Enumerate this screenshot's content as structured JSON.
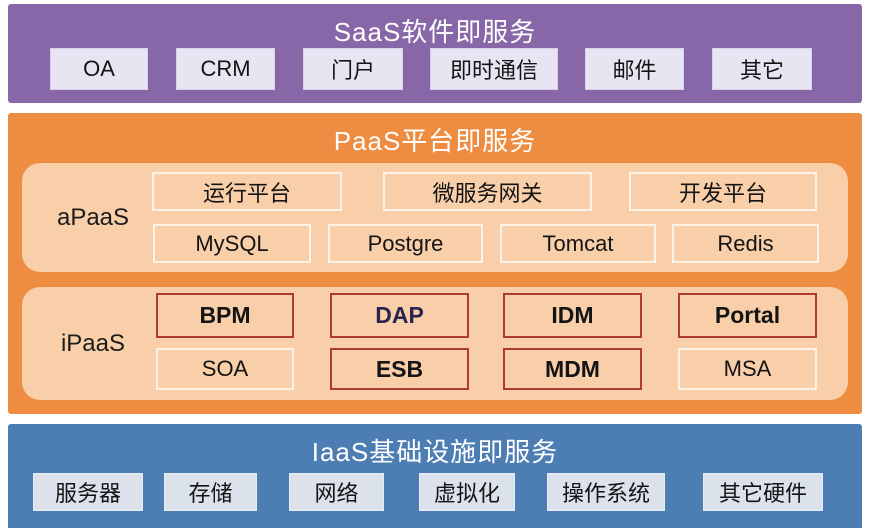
{
  "colors": {
    "saas_band": "#8767a8",
    "saas_box_bg": "#e9e4f1",
    "paas_band": "#ee8c42",
    "paas_container_bg": "#f8cfa9",
    "red_box_border": "#b03a2e",
    "white_box_border": "#fcf3e8",
    "iaas_band": "#4c7eb3",
    "iaas_box_bg": "#dbe2ec",
    "title_text": "#ffffff",
    "box_text": "#141414",
    "dap_text": "#2b2350"
  },
  "saas": {
    "title": "SaaS软件即服务",
    "items": [
      "OA",
      "CRM",
      "门户",
      "即时通信",
      "邮件",
      "其它"
    ]
  },
  "paas": {
    "title": "PaaS平台即服务",
    "apaas": {
      "label": "aPaaS",
      "row1": [
        "运行平台",
        "微服务网关",
        "开发平台"
      ],
      "row2": [
        "MySQL",
        "Postgre",
        "Tomcat",
        "Redis"
      ]
    },
    "ipaas": {
      "label": "iPaaS",
      "row1": [
        {
          "label": "BPM",
          "border": "red"
        },
        {
          "label": "DAP",
          "border": "red"
        },
        {
          "label": "IDM",
          "border": "red"
        },
        {
          "label": "Portal",
          "border": "red"
        }
      ],
      "row2": [
        {
          "label": "SOA",
          "border": "white"
        },
        {
          "label": "ESB",
          "border": "red"
        },
        {
          "label": "MDM",
          "border": "red"
        },
        {
          "label": "MSA",
          "border": "white"
        }
      ]
    }
  },
  "iaas": {
    "title": "IaaS基础设施即服务",
    "items": [
      "服务器",
      "存储",
      "网络",
      "虚拟化",
      "操作系统",
      "其它硬件"
    ]
  }
}
